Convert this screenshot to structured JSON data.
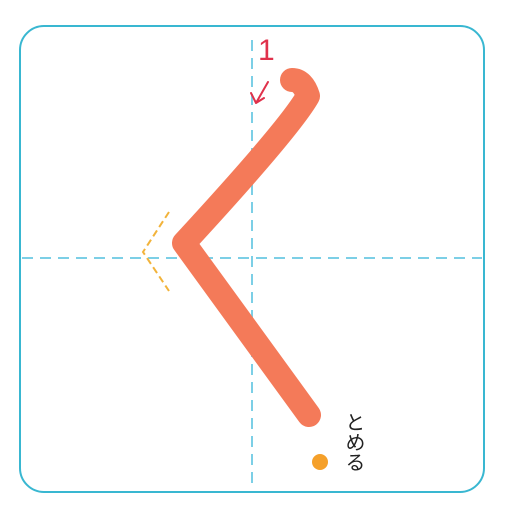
{
  "character": "く",
  "stroke": {
    "number": "1",
    "color": "#f47a59"
  },
  "stroke_ending": {
    "label": "とめる",
    "marker_color": "#f5a02a"
  },
  "guide": {
    "frame_color": "#39b7d1",
    "center_line_color": "#7ccfe6",
    "hint_color": "#f2b33a"
  },
  "arrow_color": "#e0314b"
}
